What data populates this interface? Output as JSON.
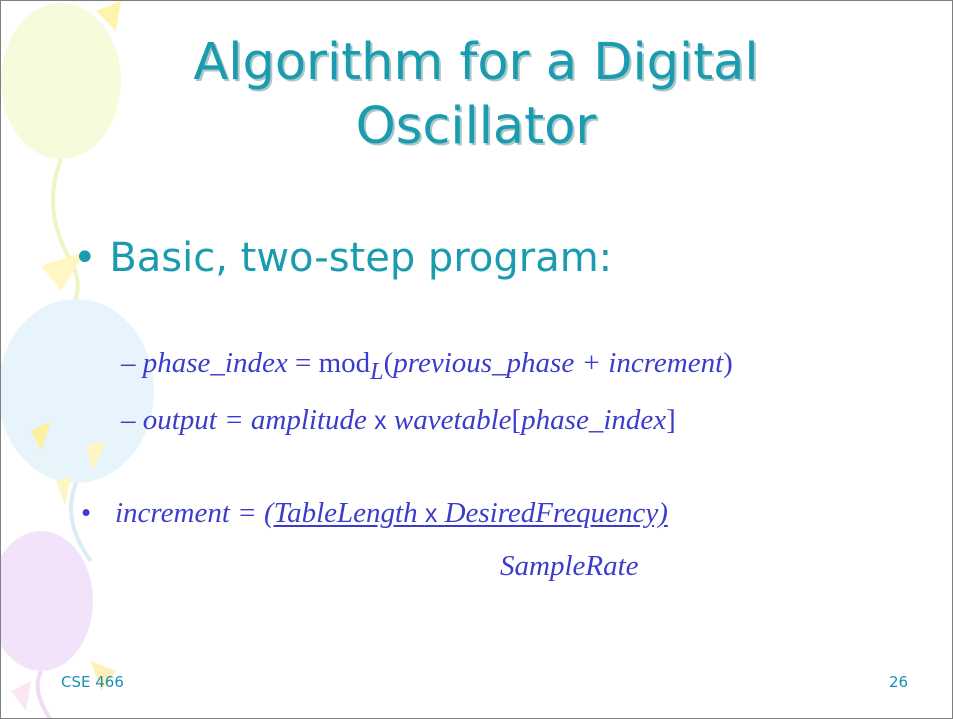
{
  "title": "Algorithm for a Digital Oscillator",
  "bullet_main": "Basic, two-step program:",
  "step1": {
    "dash": "– ",
    "lhs": "phase_index",
    "eq": " = ",
    "func": "mod",
    "subscript": "L",
    "open": "(",
    "arg": "previous_phase + increment",
    "close": ")"
  },
  "step2": {
    "dash": "– ",
    "lhs": "output = amplitude",
    "times": "x",
    "rhs1": "wavetable",
    "open": "[",
    "arg": "phase_index",
    "close": "]"
  },
  "increment": {
    "bullet": "•",
    "lhs": "increment = ",
    "num1": "(TableLength",
    "times": "x",
    "num2": "DesiredFrequency)",
    "denominator": "SampleRate"
  },
  "footer": {
    "course": "CSE 466",
    "page": "26"
  },
  "colors": {
    "title": "#1a9baf",
    "body_serif": "#3c3ccc",
    "footer": "#1a8fb5"
  }
}
